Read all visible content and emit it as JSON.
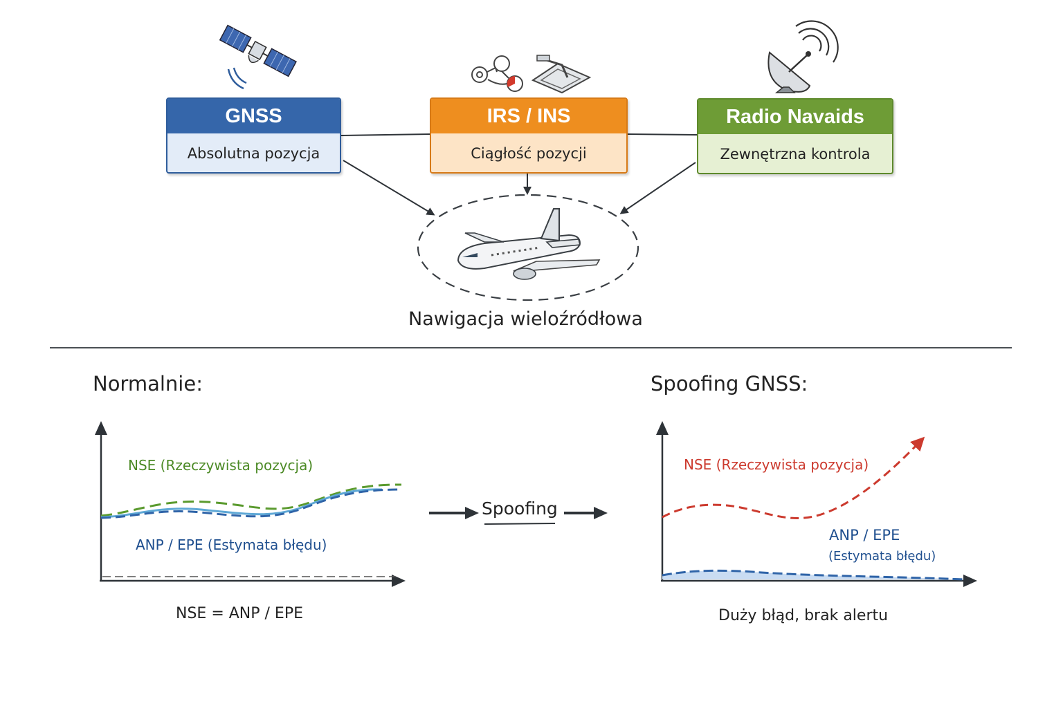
{
  "sources": [
    {
      "title": "GNSS",
      "subtitle": "Absolutna pozycja",
      "color": "#3566aa",
      "icon": "satellite-icon"
    },
    {
      "title": "IRS / INS",
      "subtitle": "Ciągłość pozycji",
      "color": "#ee8e1f",
      "icon": "gyro-inertial-icon"
    },
    {
      "title": "Radio Navaids",
      "subtitle": "Zewnętrzna kontrola",
      "color": "#6e9c36",
      "icon": "radar-dish-icon"
    }
  ],
  "central": {
    "label": "Nawigacja wieloźródłowa",
    "icon": "airplane-icon"
  },
  "panels": {
    "normal": {
      "title": "Normalnie:",
      "nse_label": "NSE (Rzeczywista pozycja)",
      "anp_label": "ANP / EPE (Estymata błędu)",
      "caption": "NSE = ANP / EPE"
    },
    "transition": {
      "label": "Spoofing"
    },
    "spoofing": {
      "title": "Spoofing GNSS:",
      "nse_label": "NSE (Rzeczywista pozycja)",
      "anp_label": "ANP / EPE",
      "anp_sublabel": "(Estymata błędu)",
      "caption": "Duży błąd, brak alertu"
    }
  },
  "colors": {
    "nse_normal": "#5a9a2e",
    "anp": "#2f64a8",
    "nse_spoof": "#cc3a2e",
    "ink": "#2e3338"
  }
}
